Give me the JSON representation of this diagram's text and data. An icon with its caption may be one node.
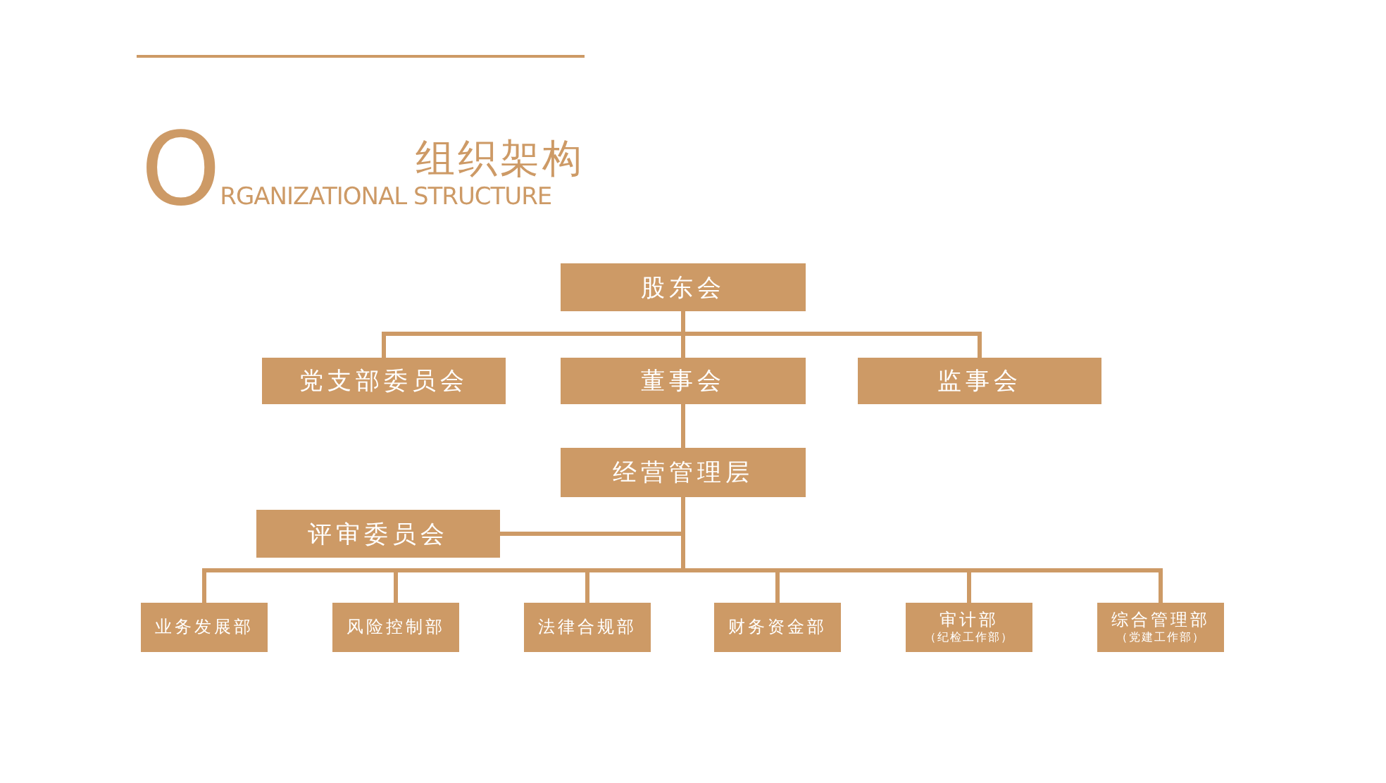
{
  "diagram": {
    "title": "组织架构",
    "nodes": [
      {
        "text": [
          "股东会"
        ]
      },
      {
        "text": [
          "党支部委员会"
        ]
      },
      {
        "text": [
          "董事会"
        ]
      },
      {
        "text": [
          "监事会"
        ]
      },
      {
        "text": [
          "经营管理层"
        ]
      },
      {
        "text": [
          "评审委员会"
        ]
      },
      {
        "text": [
          "业务发展部"
        ]
      },
      {
        "text": [
          "风险控制部"
        ]
      },
      {
        "text": [
          "法律合规部"
        ]
      },
      {
        "text": [
          "财务资金部"
        ]
      },
      {
        "text": [
          "审计部",
          "（纪检工作部）"
        ]
      },
      {
        "text": [
          "综合管理部",
          "（党建工作部）"
        ]
      }
    ],
    "edges": [
      {
        "from": 0,
        "to": 1,
        "arrow": "none"
      },
      {
        "from": 0,
        "to": 2,
        "arrow": "none"
      },
      {
        "from": 0,
        "to": 3,
        "arrow": "none"
      },
      {
        "from": 2,
        "to": 4,
        "arrow": "none"
      },
      {
        "from": 4,
        "to": 5,
        "arrow": "none"
      },
      {
        "from": 4,
        "to": 6,
        "arrow": "none"
      },
      {
        "from": 4,
        "to": 7,
        "arrow": "none"
      },
      {
        "from": 4,
        "to": 8,
        "arrow": "none"
      },
      {
        "from": 4,
        "to": 9,
        "arrow": "none"
      },
      {
        "from": 4,
        "to": 10,
        "arrow": "none"
      },
      {
        "from": 4,
        "to": 11,
        "arrow": "none"
      }
    ],
    "labels": [
      "ORGANIZATIONAL STRUCTURE"
    ]
  }
}
